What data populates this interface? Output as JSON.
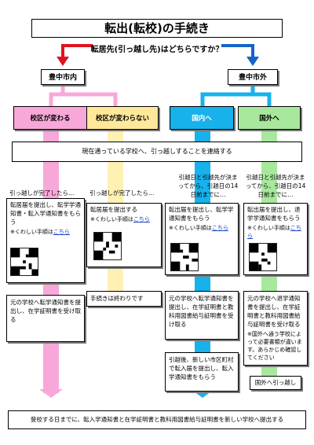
{
  "title": "転出(転校)の手続き",
  "question": "転居先(引っ越し先)はどちらですか？",
  "branch_inside": "豊中市内",
  "branch_outside": "豊中市外",
  "categories": {
    "cat1": "校区が変わる",
    "cat2": "校区が変わらない",
    "cat3": "国内へ",
    "cat4": "国外へ"
  },
  "contact_notice": "現在通っている学校へ、引っ越しすることを連絡する",
  "col1": {
    "trigger": "引っ越しが完了したら…",
    "steps": "転居届を提出し、転学学通知書・転入学通知書をもらう",
    "more": "※くわしい手順は",
    "link": "こちら",
    "next": "元の学校へ転学通知書を提出し、在学証明書を受け取る"
  },
  "col2": {
    "trigger": "引っ越しが完了したら…",
    "steps": "転居届を提出する",
    "more": "※くわしい手順は",
    "link": "こちら",
    "end": "手続きは終わりです"
  },
  "col3": {
    "trigger": "引越日と引越先が決まってから、引越日の14日前までに…",
    "steps": "転出届を提出し、転学学通知書をもらう",
    "more": "※くわしい手順は",
    "link": "こちら",
    "next": "元の学校へ転学通知書を提出し、在学証明書と教科用図書給与証明書を受け取る",
    "next2": "引越後、新しい市区町村で転入届を提出し、転入学通知書をもらう"
  },
  "col4": {
    "trigger": "引越日と引越先が決まってから、引越日の14日前までに…",
    "steps": "転出届を提出し、退学学通知書をもらう",
    "more": "※くわしい手順は",
    "link": "こちら",
    "next": "元の学校へ退学通知書を提出し、在学証明書と教科用図書給与証明書を受け取る",
    "note": "※国外へ通う学校によって必要書類が違います。あらかじめ確認してください",
    "end": "国外へ引っ越し"
  },
  "final": "登校する日までに、転入学通知書と在学証明書と教科用図書給与証明書を新しい学校へ提出する",
  "colors": {
    "red": "#e0141e",
    "blue": "#1464c8",
    "pink": "#f7a8d8",
    "yellow": "#ffe89a",
    "cyan": "#17b2ec",
    "green": "#a8e89c",
    "col2fill": "#fff0b4"
  }
}
